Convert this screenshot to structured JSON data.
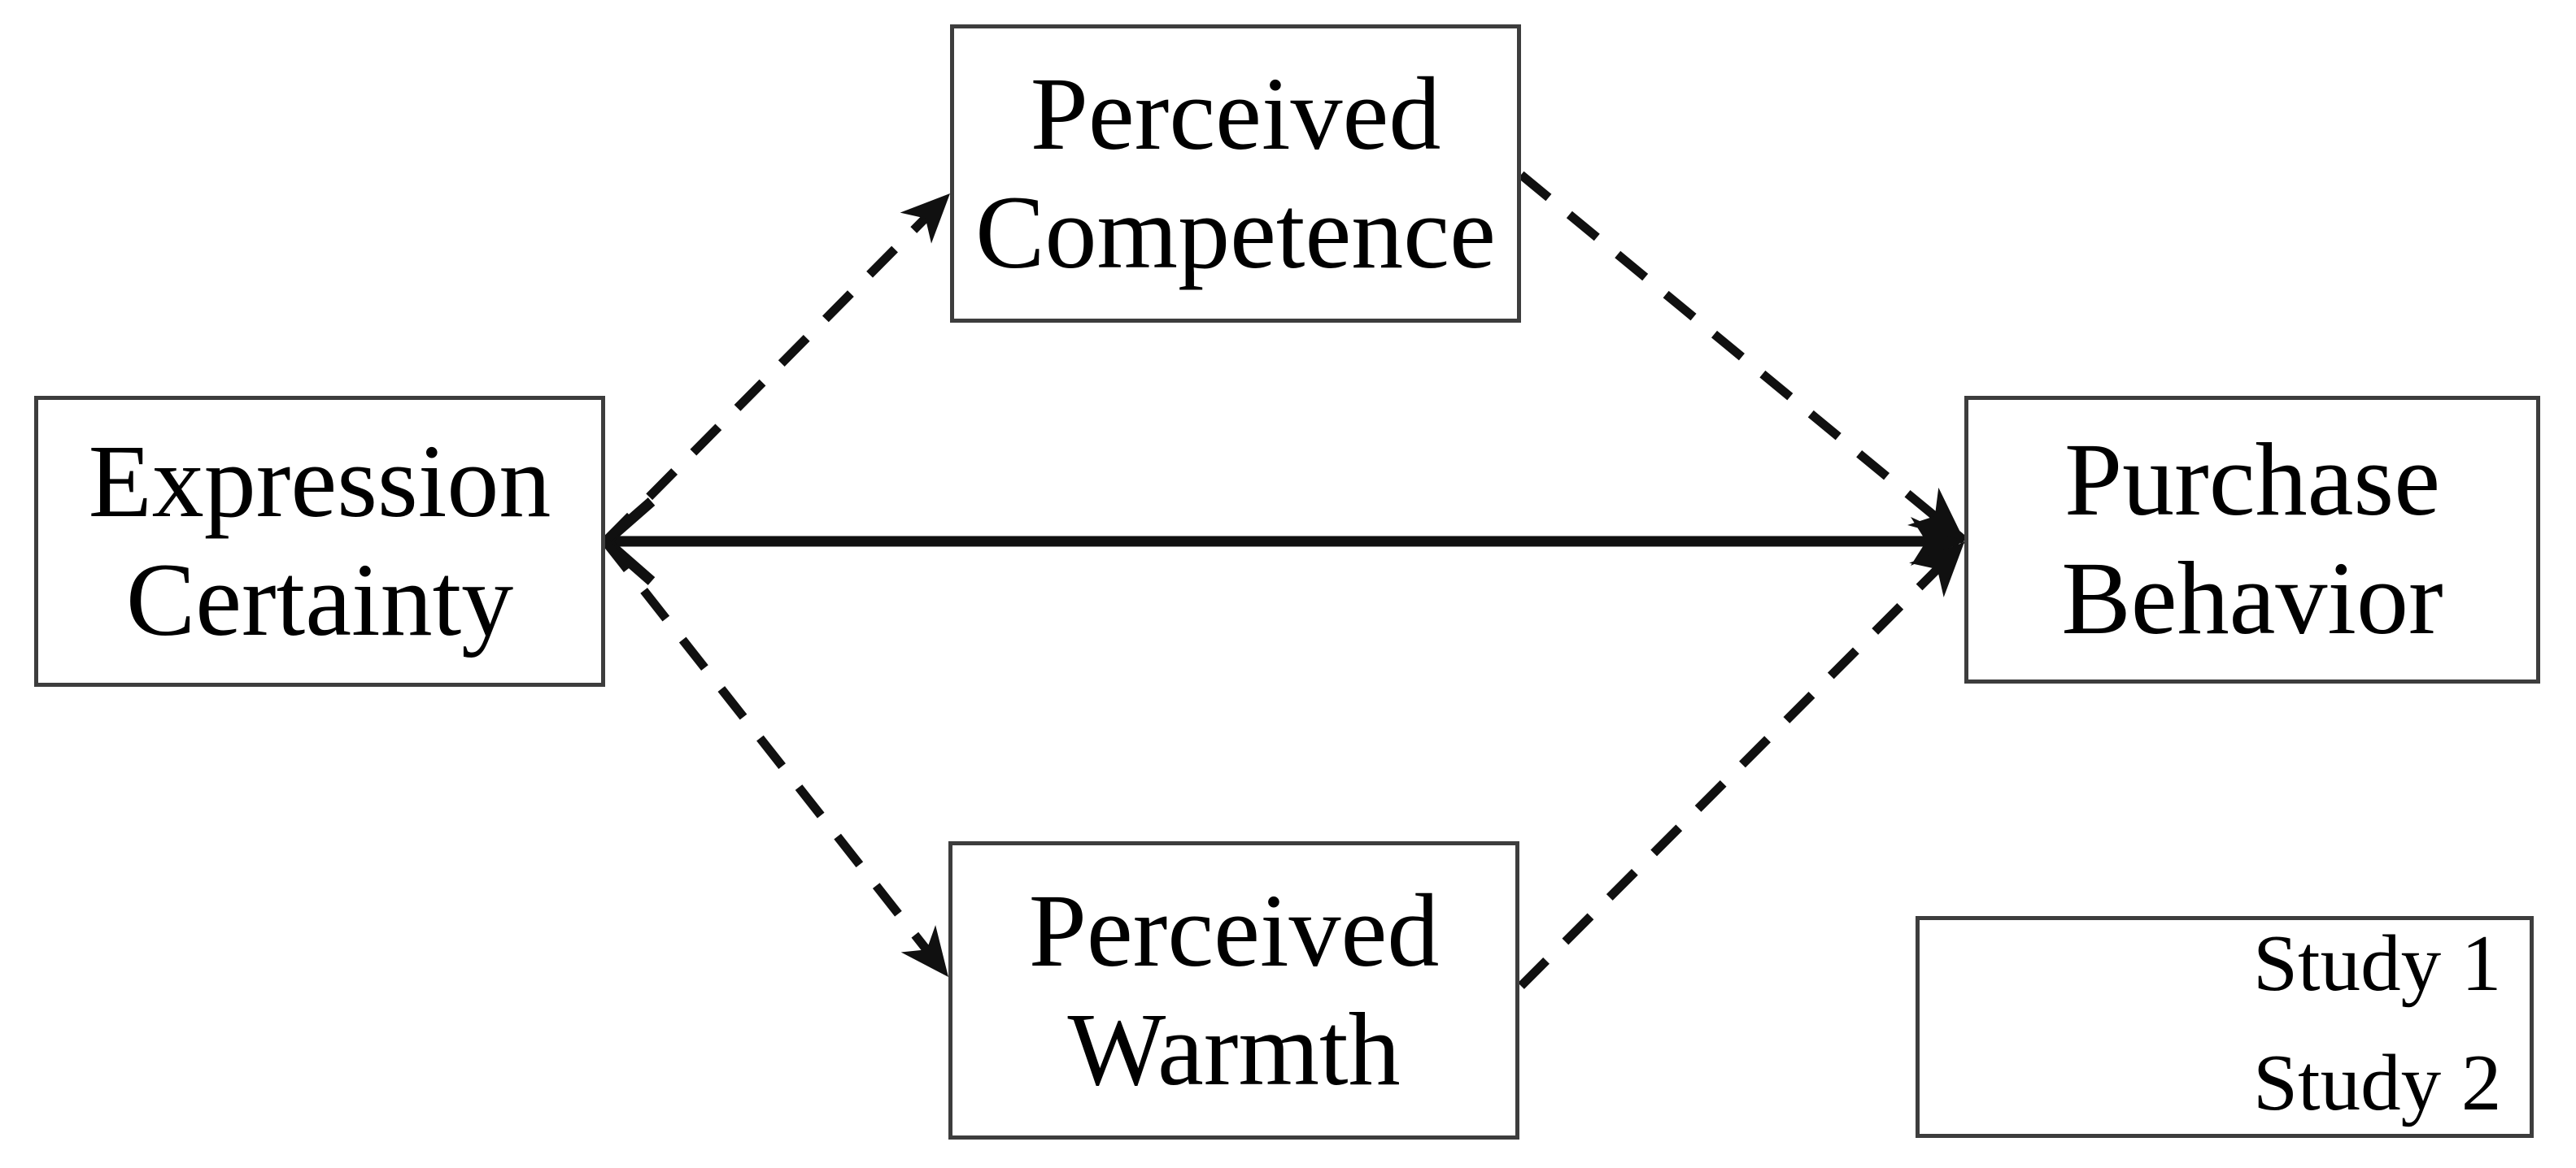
{
  "diagram": {
    "type": "mediation-model",
    "nodes": {
      "expression_certainty": {
        "label": "Expression\nCertainty"
      },
      "perceived_competence": {
        "label": "Perceived\nCompetence"
      },
      "perceived_warmth": {
        "label": "Perceived\nWarmth"
      },
      "purchase_behavior": {
        "label": "Purchase\nBehavior"
      }
    },
    "edges": [
      {
        "from": "expression_certainty",
        "to": "purchase_behavior",
        "style": "solid",
        "study": "Study 1"
      },
      {
        "from": "expression_certainty",
        "to": "perceived_competence",
        "style": "dashed",
        "study": "Study 2"
      },
      {
        "from": "perceived_competence",
        "to": "purchase_behavior",
        "style": "dashed",
        "study": "Study 2"
      },
      {
        "from": "expression_certainty",
        "to": "perceived_warmth",
        "style": "dashed",
        "study": "Study 2"
      },
      {
        "from": "perceived_warmth",
        "to": "purchase_behavior",
        "style": "dashed",
        "study": "Study 2"
      }
    ],
    "legend": {
      "items": [
        {
          "line_style": "solid",
          "label": "Study 1"
        },
        {
          "line_style": "dashed",
          "label": "Study 2"
        }
      ]
    },
    "colors": {
      "background": "#ffffff",
      "line": "#101010",
      "border": "#3d3d3d",
      "text": "#000000"
    }
  }
}
